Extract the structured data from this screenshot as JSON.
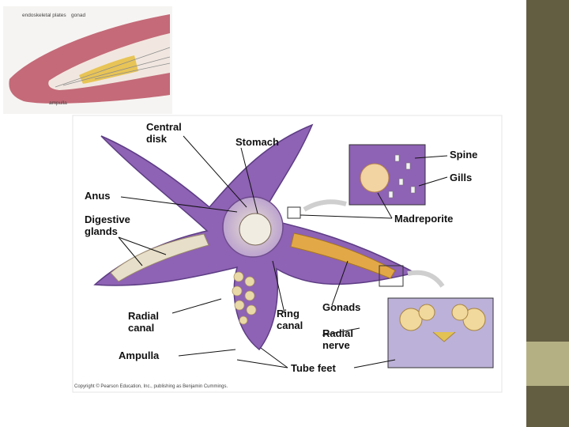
{
  "slide": {
    "colors": {
      "sidebar": "#635d42",
      "sidebar_accent": "#b4b084",
      "starfish": "#8e62b4",
      "gonad": "#e2a848",
      "arm_section": "#c46a78"
    }
  },
  "cross_section": {
    "labels": {
      "plates": "endoskeletal plates",
      "gonad": "gonad",
      "ampulla": "ampulla"
    }
  },
  "starfish": {
    "labels": {
      "central_disk": "Central disk",
      "stomach": "Stomach",
      "spine": "Spine",
      "gills": "Gills",
      "anus": "Anus",
      "digestive_glands": "Digestive glands",
      "madreporite": "Madreporite",
      "radial_canal": "Radial canal",
      "ring_canal": "Ring canal",
      "gonads": "Gonads",
      "radial_nerve": "Radial nerve",
      "ampulla": "Ampulla",
      "tube_feet": "Tube feet"
    },
    "copyright": "Copyright © Pearson Education, Inc., publishing as Benjamin Cummings."
  }
}
